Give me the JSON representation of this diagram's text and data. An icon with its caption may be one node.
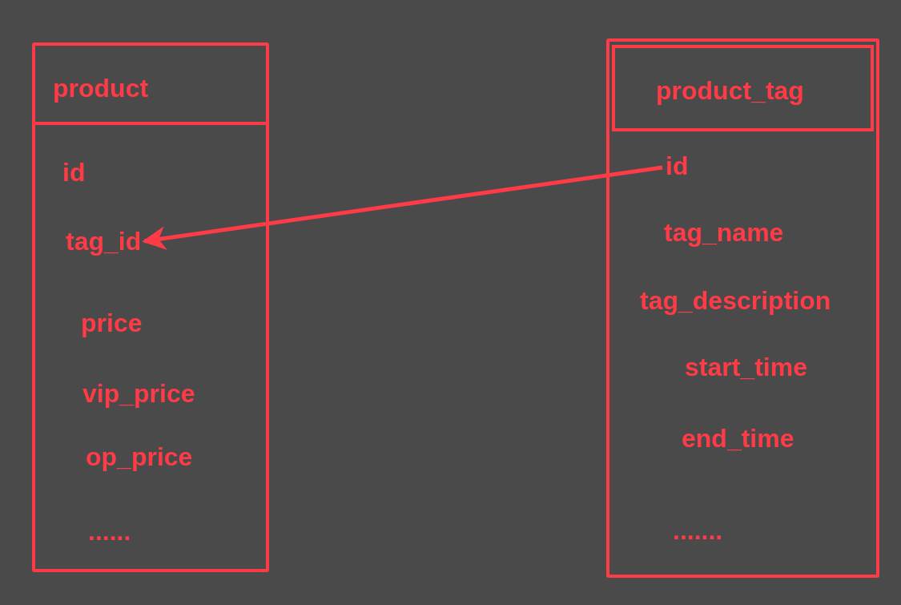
{
  "diagram": {
    "nodes": [
      {
        "text": [],
        "shape": "box"
      },
      {
        "text": [
          "product"
        ],
        "in": 0
      },
      {
        "text": [
          "id"
        ],
        "in": 0
      },
      {
        "text": [
          "tag_id"
        ],
        "in": 0
      },
      {
        "text": [
          "price"
        ],
        "in": 0
      },
      {
        "text": [
          "vip_price"
        ],
        "in": 0
      },
      {
        "text": [
          "op_price"
        ],
        "in": 0
      },
      {
        "text": [
          "......"
        ],
        "in": 0
      },
      {
        "text": [],
        "shape": "box"
      },
      {
        "text": [
          "product_tag"
        ],
        "in": 8
      },
      {
        "text": [
          "id"
        ],
        "in": 8
      },
      {
        "text": [
          "tag_name"
        ],
        "in": 8
      },
      {
        "text": [
          "tag_description"
        ],
        "in": 8
      },
      {
        "text": [
          "start_time"
        ],
        "in": 8
      },
      {
        "text": [
          "end_time"
        ],
        "in": 8
      },
      {
        "text": [
          "......."
        ],
        "in": 8
      }
    ],
    "edges": [
      {
        "from": 10,
        "to": 3,
        "arrow": "to"
      }
    ]
  }
}
